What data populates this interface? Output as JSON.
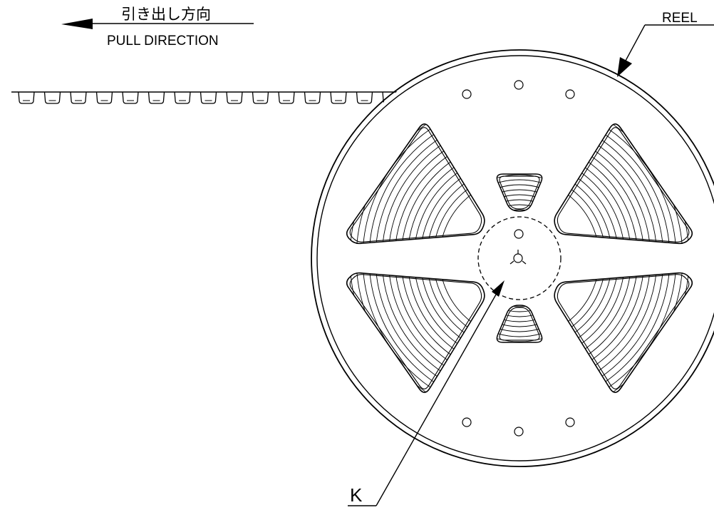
{
  "labels": {
    "pull_direction_jp": "引き出し方向",
    "pull_direction_en": "PULL DIRECTION",
    "reel": "REEL",
    "detail_k": "K"
  },
  "colors": {
    "ink": "#000000",
    "paper": "#ffffff"
  },
  "icons": {
    "direction_arrow": "arrow-left-icon",
    "reel_leader_arrow": "arrow-down-left-icon",
    "k_leader_arrow": "arrow-up-right-icon"
  }
}
